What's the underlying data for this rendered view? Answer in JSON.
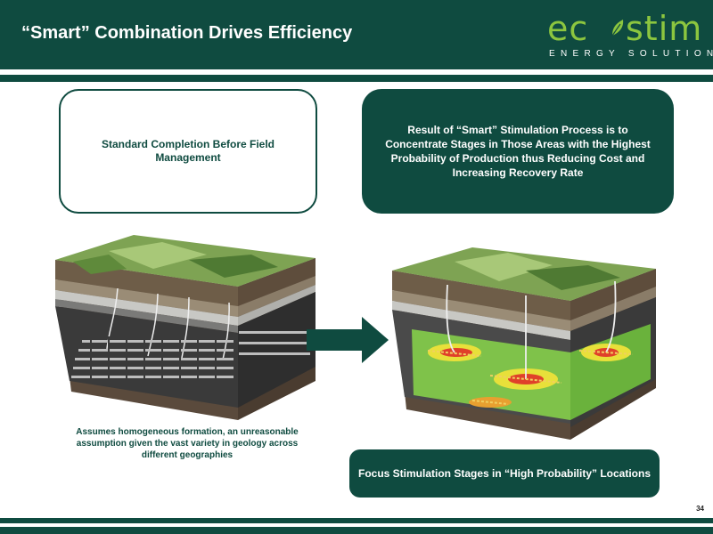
{
  "header": {
    "title": "“Smart” Combination Drives Efficiency",
    "logo_left": "ec",
    "logo_right": "stim",
    "logo_tagline": "ENERGY SOLUTIONS"
  },
  "boxes": {
    "left": "Standard Completion Before Field Management",
    "right": "Result of “Smart” Stimulation Process is to Concentrate Stages in Those Areas with the Highest Probability of Production thus Reducing Cost and Increasing Recovery Rate",
    "bottom": "Focus Stimulation Stages in “High Probability” Locations"
  },
  "caption": "Assumes homogeneous formation, an unreasonable assumption given the vast variety in geology across different geographies",
  "page_number": "34",
  "colors": {
    "brand_dark_green": "#0f4b40",
    "logo_green": "#8cc63f"
  },
  "icons": {
    "arrow": "arrow-right-icon",
    "leaf": "leaf-icon"
  }
}
